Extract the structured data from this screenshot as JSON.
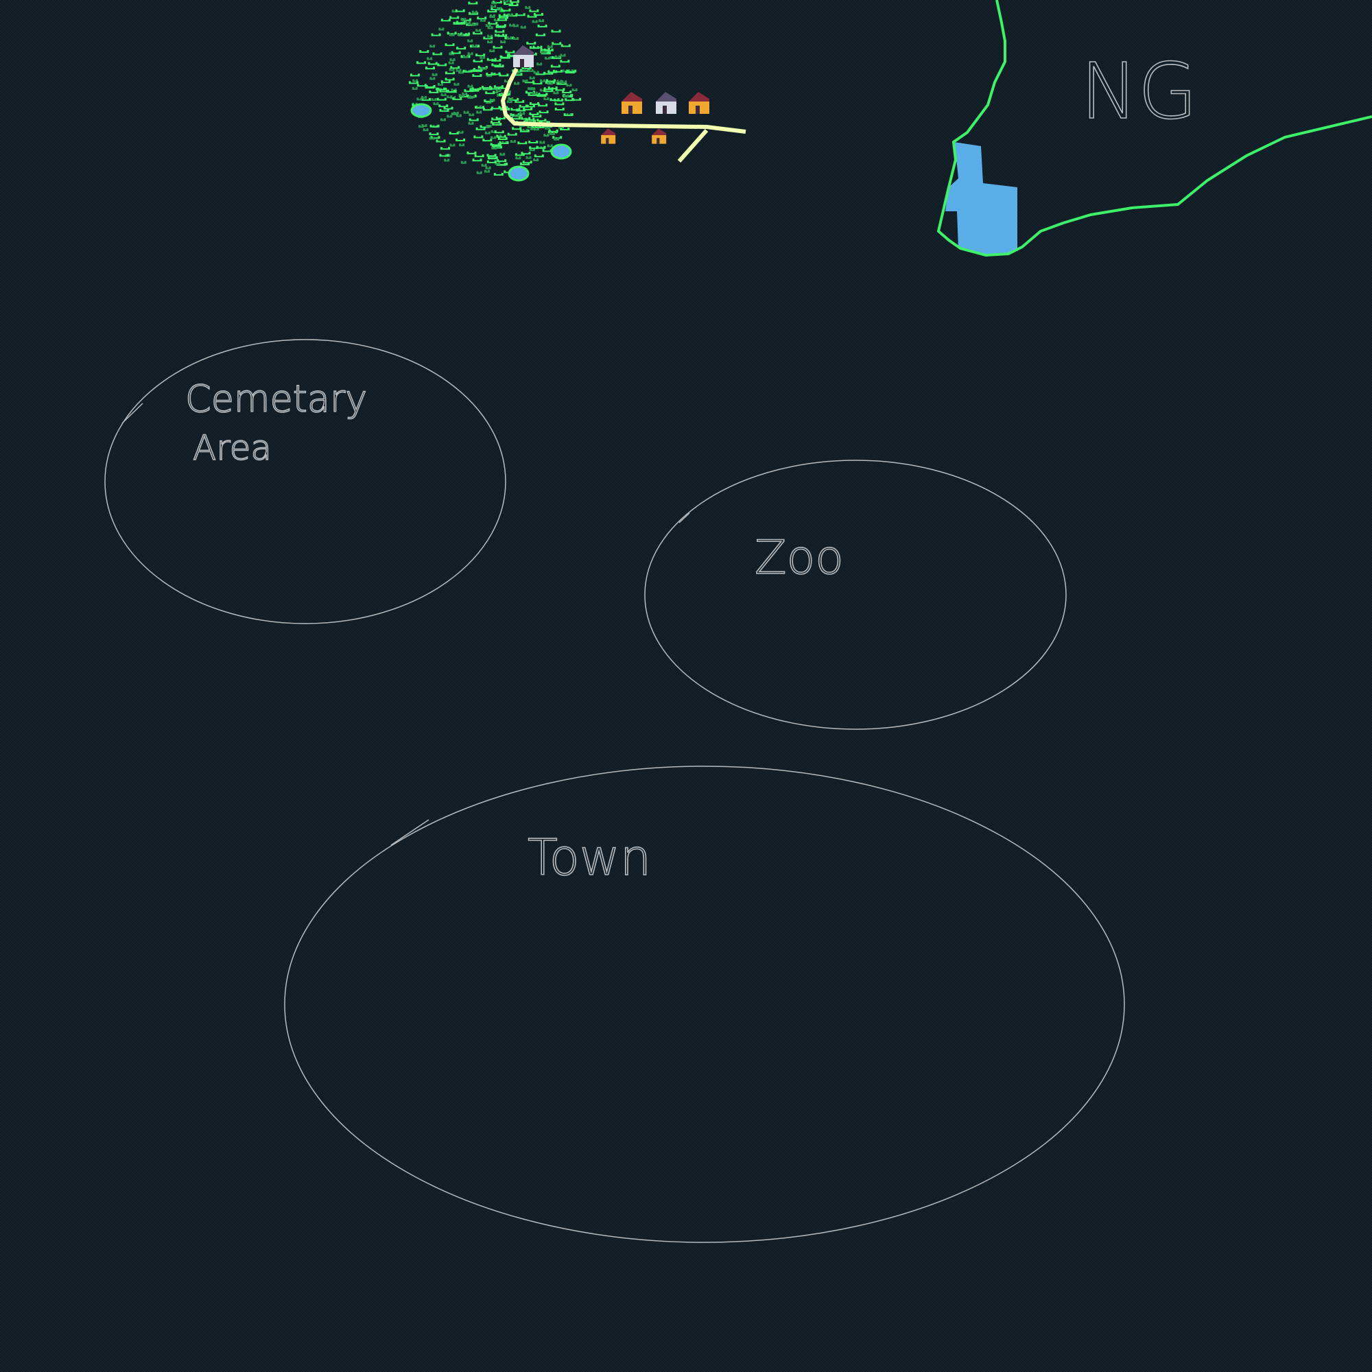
{
  "map": {
    "regions": [
      {
        "name": "Cemetary",
        "subtitle": "Area"
      },
      {
        "name": "Zoo"
      },
      {
        "name": "Town"
      }
    ],
    "corner_label": "NG",
    "colors": {
      "background": "#15222b",
      "sketch": "#b8bcbf",
      "grass": "#3ff06a",
      "road": "#f2ffb0",
      "water": "#5aaee8",
      "house_orange": "#f0a830",
      "house_roof": "#8a2a3a",
      "house_white": "#d8dce8"
    }
  }
}
